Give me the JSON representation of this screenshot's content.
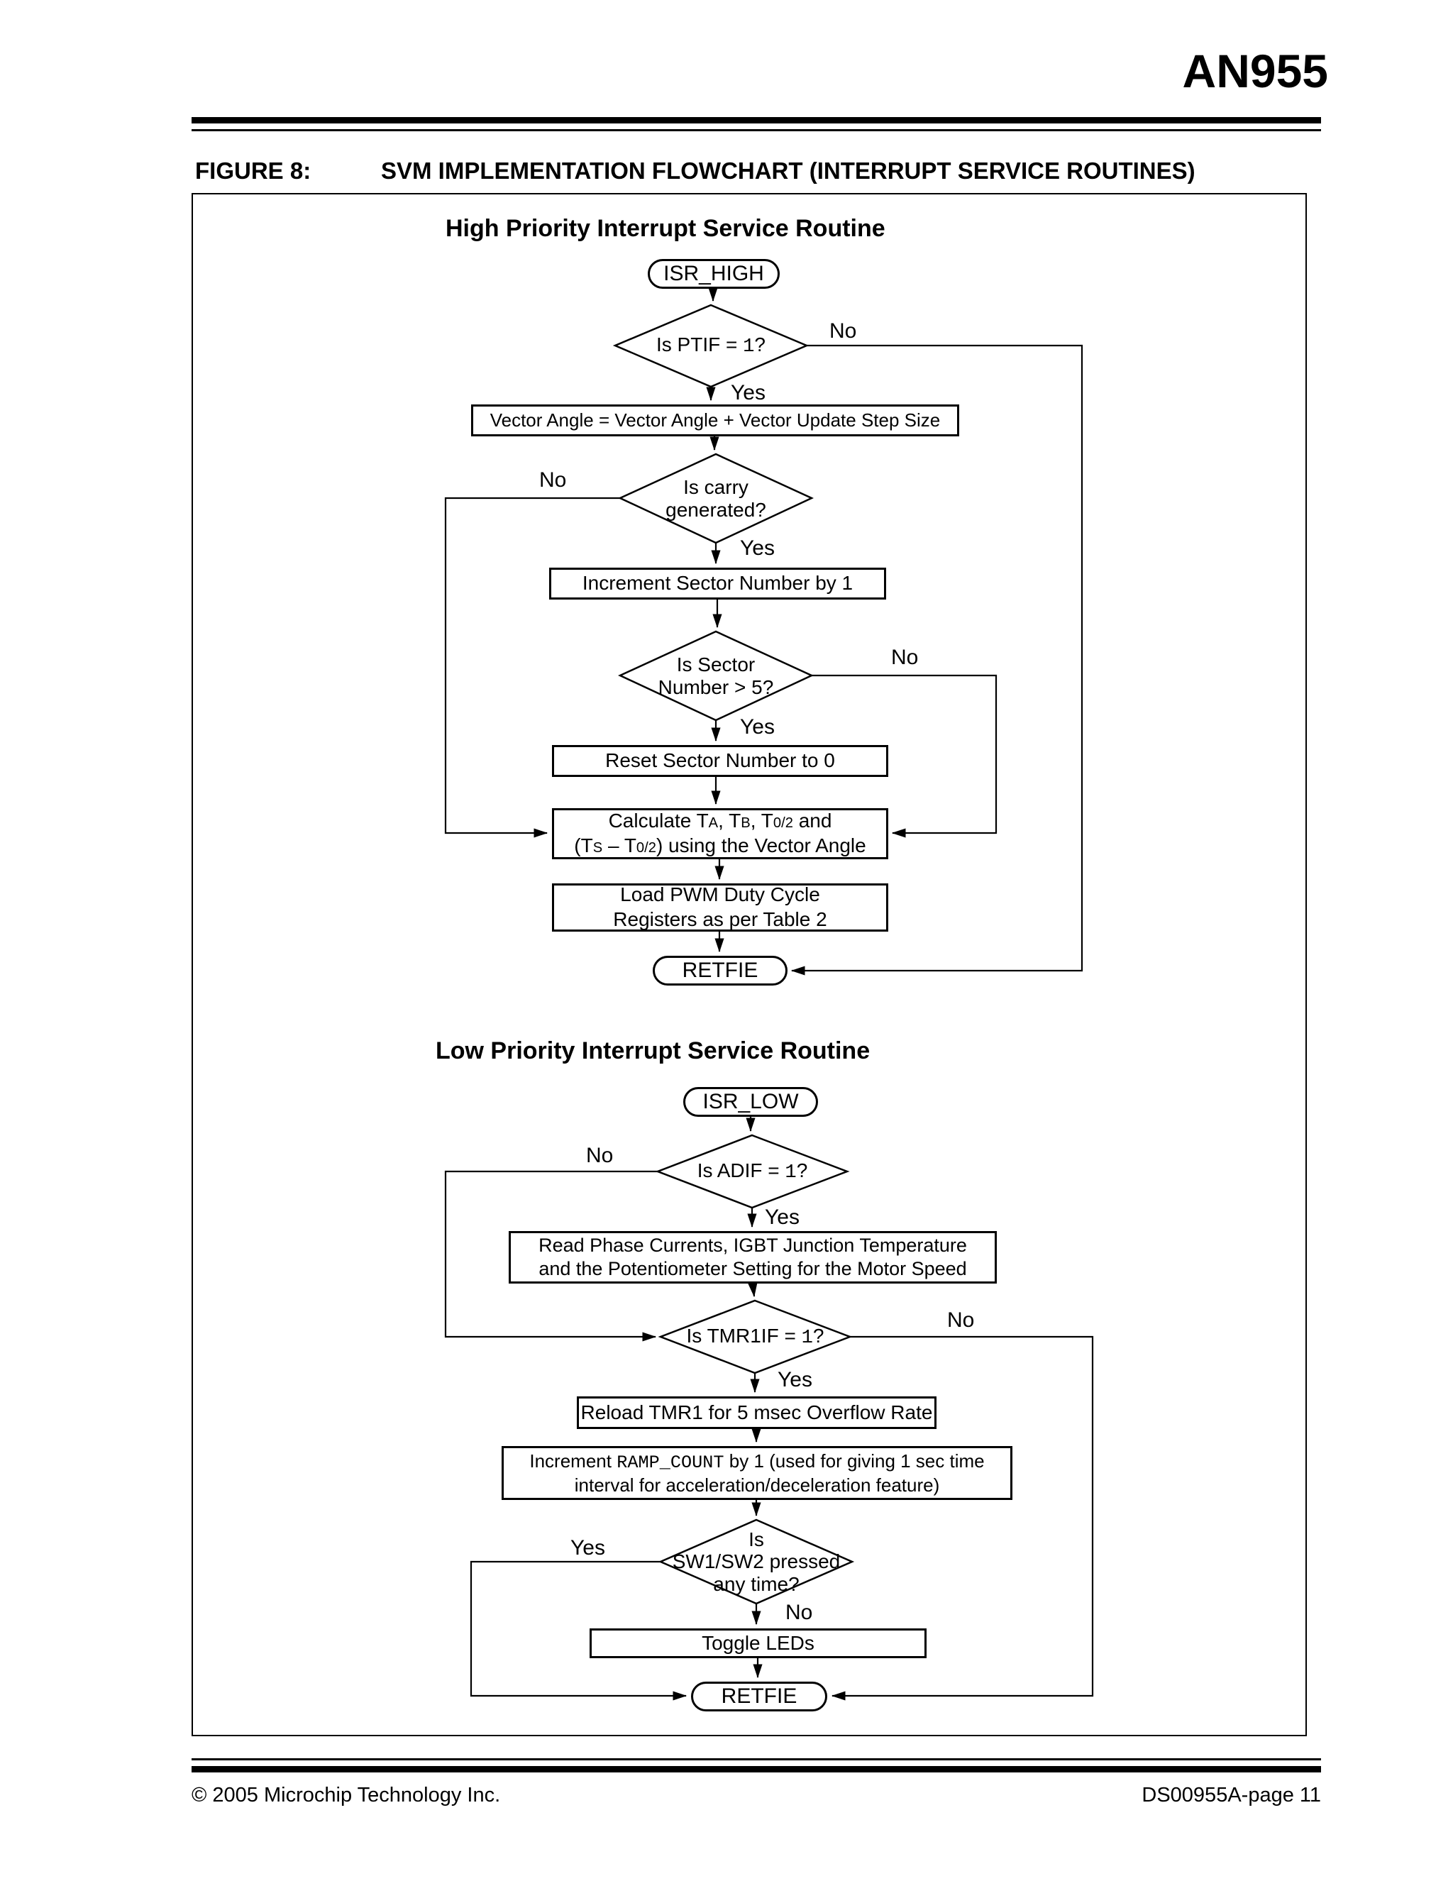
{
  "header": {
    "doc_id": "AN955"
  },
  "figure_heading": {
    "label": "FIGURE 8:",
    "title": "SVM IMPLEMENTATION FLOWCHART (INTERRUPT SERVICE ROUTINES)"
  },
  "high": {
    "section_title": "High Priority Interrupt Service Routine",
    "isr_start": "ISR_HIGH",
    "ptif": [
      "Is PTIF = ",
      "1",
      "?"
    ],
    "ptif_no": "No",
    "ptif_yes": "Yes",
    "vector_box": "Vector Angle = Vector Angle + Vector Update Step Size",
    "carry_l1": "Is carry",
    "carry_l2": "generated?",
    "carry_no": "No",
    "carry_yes": "Yes",
    "increment_box": "Increment Sector Number by 1",
    "sector_l1": "Is Sector",
    "sector_l2": "Number > 5?",
    "sector_no": "No",
    "sector_yes": "Yes",
    "reset_box": "Reset Sector Number to 0",
    "calc_l1": [
      "Calculate T",
      "A",
      ", T",
      "B",
      ", T",
      "0/2",
      " and"
    ],
    "calc_l2": [
      "(T",
      "S",
      " – T",
      "0/2",
      ") using the Vector Angle"
    ],
    "load_l1": "Load PWM Duty Cycle",
    "load_l2": "Registers as per Table 2",
    "retfie": "RETFIE"
  },
  "low": {
    "section_title": "Low Priority Interrupt Service Routine",
    "isr_start": "ISR_LOW",
    "adif": [
      "Is ADIF = ",
      "1",
      "?"
    ],
    "adif_no": "No",
    "adif_yes": "Yes",
    "read_l1": "Read Phase Currents, IGBT Junction Temperature",
    "read_l2": "and the Potentiometer Setting for the Motor Speed",
    "tmr1if": [
      "Is TMR1IF = ",
      "1",
      "?"
    ],
    "tmr1if_no": "No",
    "tmr1if_yes": "Yes",
    "reload_box": "Reload TMR1 for 5 msec Overflow Rate",
    "ramp_l1": [
      "Increment ",
      "RAMP_COUNT",
      " by 1 (used for giving 1 sec time"
    ],
    "ramp_l2": "interval for acceleration/deceleration feature)",
    "sw_l1": "Is",
    "sw_l2": "SW1/SW2 pressed",
    "sw_l3": "any time?",
    "sw_yes": "Yes",
    "sw_no": "No",
    "toggle_box": "Toggle LEDs",
    "retfie": "RETFIE"
  },
  "footer": {
    "copyright": "© 2005 Microchip Technology Inc.",
    "page": "DS00955A-page 11"
  }
}
